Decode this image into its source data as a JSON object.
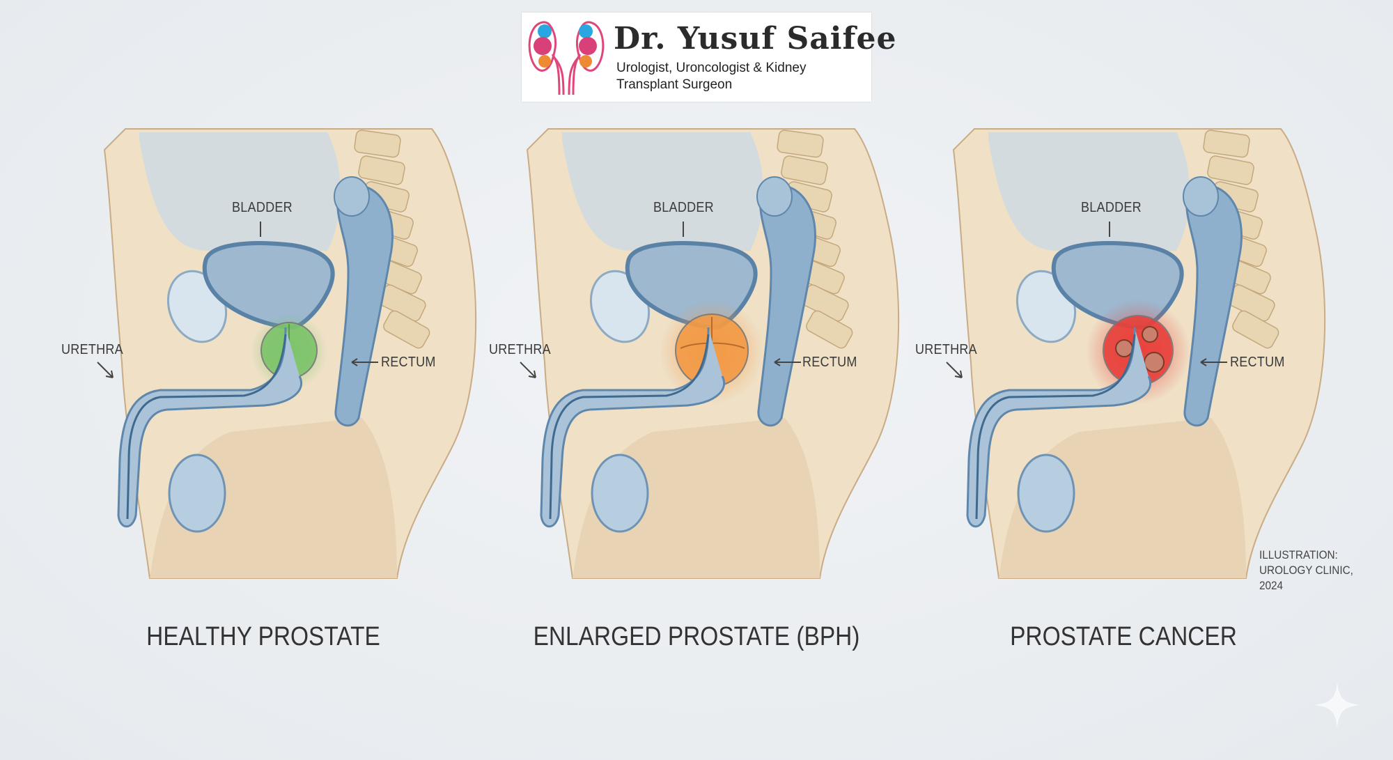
{
  "logo": {
    "name": "Dr. Yusuf Saifee",
    "subtitle_line1": "Urologist, Uroncologist & Kidney",
    "subtitle_line2": "Transplant Surgeon",
    "colors": {
      "pink_outline": "#e0467c",
      "blue": "#2aa7e0",
      "magenta": "#d9407a",
      "orange": "#ee8a34"
    }
  },
  "panels": [
    {
      "title": "HEALTHY PROSTATE",
      "label_bladder": "BLADDER",
      "label_urethra": "URETHRA",
      "label_rectum": "RECTUM",
      "prostate_state": "healthy",
      "prostate_color": "#7cc46a"
    },
    {
      "title": "ENLARGED PROSTATE (BPH)",
      "label_bladder": "BLADDER",
      "label_urethra": "URETHRA",
      "label_rectum": "RECTUM",
      "prostate_state": "enlarged",
      "prostate_color": "#f39a45"
    },
    {
      "title": "PROSTATE CANCER",
      "label_bladder": "BLADDER",
      "label_urethra": "URETHRA",
      "label_rectum": "RECTUM",
      "prostate_state": "cancer",
      "prostate_color": "#e8403a"
    }
  ],
  "credit": {
    "line1": "ILLUSTRATION:",
    "line2": "UROLOGY CLINIC, 2024"
  },
  "watermark_icon": "sparkle-icon"
}
